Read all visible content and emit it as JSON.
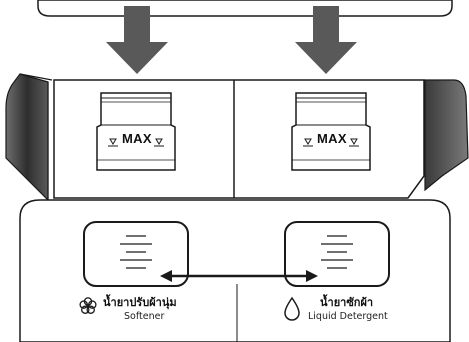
{
  "dispenser": {
    "left": {
      "max_label": "MAX",
      "name_thai": "น้ำยาปรับผ้านุ่ม",
      "name_en": "Softener",
      "icon": "flower-icon"
    },
    "right": {
      "max_label": "MAX",
      "name_thai": "น้ำยาซักผ้า",
      "name_en": "Liquid Detergent",
      "icon": "drop-icon"
    }
  },
  "colors": {
    "arrow": "#5a5a5a",
    "outline": "#1a1a1a",
    "body_fill": "#ffffff",
    "side_dark": "#3a3a3a"
  }
}
